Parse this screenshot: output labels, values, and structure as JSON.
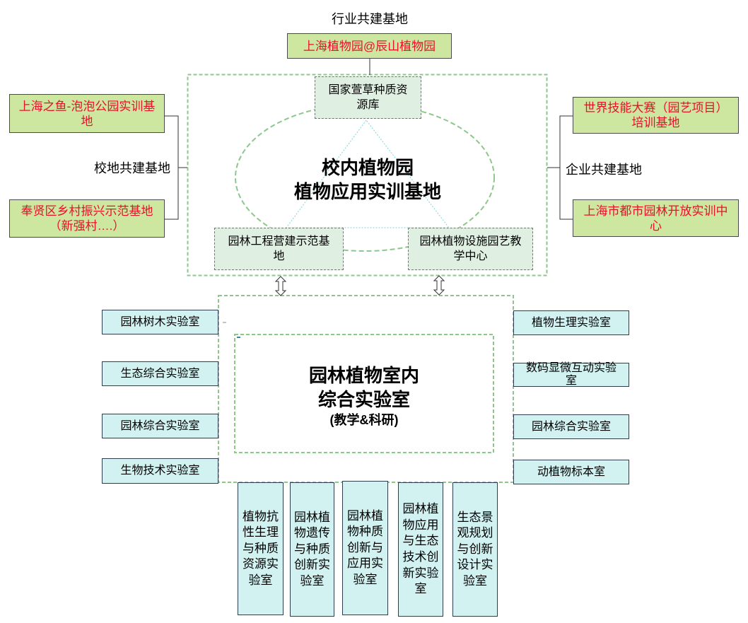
{
  "industry": {
    "label": "行业共建基地",
    "site": "上海植物园@辰山植物园"
  },
  "campus_local": {
    "label": "校地共建基地",
    "sites": [
      "上海之鱼-泡泡公园实训基地",
      "奉贤区乡村振兴示范基地（新强村….）"
    ]
  },
  "enterprise": {
    "label": "企业共建基地",
    "sites": [
      "世界技能大赛（园艺项目）培训基地",
      "上海市都市园林开放实训中心"
    ]
  },
  "garden": {
    "title_line1": "校内植物园",
    "title_line2": "植物应用实训基地",
    "top": "国家萱草种质资源库",
    "left": "园林工程营建示范基地",
    "right": "园林植物设施园艺教学中心"
  },
  "lab": {
    "title_line1": "园林植物室内",
    "title_line2": "综合实验室",
    "subtitle": "(教学&科研)"
  },
  "left_labs": [
    "园林树木实验室",
    "生态综合实验室",
    "园林综合实验室",
    "生物技术实验室"
  ],
  "right_labs": [
    "植物生理实验室",
    "数码显微互动实验室",
    "园林综合实验室",
    "动植物标本室"
  ],
  "bottom_labs": [
    "植物抗性生理与种质资源实验室",
    "园林植物遗传与种质创新实验室",
    "园林植物种质创新与应用实验室",
    "园林植物应用与生态技术创新实验室",
    "生态景观规划与创新设计实验室"
  ],
  "colors": {
    "site_fill": "#cde6a0",
    "site_text": "#e8102a",
    "garden_node_fill": "#dff0e3",
    "lab_fill": "#d2f2f2",
    "dashed_border": "#8cc78c"
  }
}
